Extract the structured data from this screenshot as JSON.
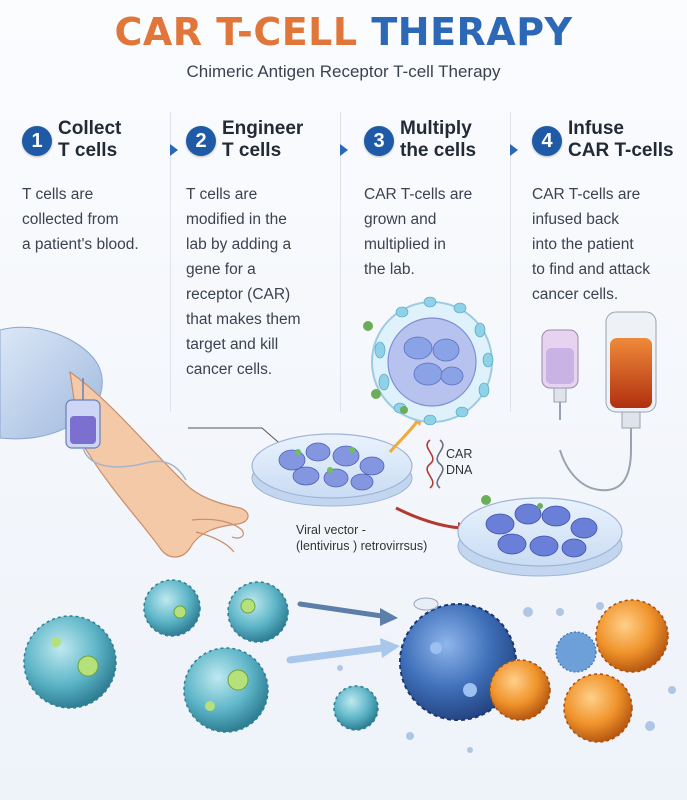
{
  "header": {
    "title_part1": "CAR T-CELL",
    "title_part2": "THERAPY",
    "subtitle": "Chimeric Antigen Receptor T-cell Therapy"
  },
  "steps": [
    {
      "number": "1",
      "title": "Collect\nT cells",
      "text": "T cells are\ncollected from\na patient's blood."
    },
    {
      "number": "2",
      "title": "Engineer\nT cells",
      "text": "T cells are\nmodified in the\nlab by adding a\ngene for a\nreceptor (CAR)\nthat makes them\ntarget and kill\ncancer cells."
    },
    {
      "number": "3",
      "title": "Multiply\nthe cells",
      "text": "CAR T-cells are\ngrown and\nmultiplied in\nthe lab."
    },
    {
      "number": "4",
      "title": "Infuse\nCAR T-cells",
      "text": "CAR T-cells are\ninfused back\ninto the patient\nto find and attack\ncancer cells."
    }
  ],
  "labels": {
    "car_dna": "CAR\nDNA",
    "viral_vector": "Viral vector -\n(lentivirus ) retrovirrsus)"
  },
  "colors": {
    "title_orange": "#e0763a",
    "title_blue": "#2c68b5",
    "step_circle": "#1f5aa6",
    "t_cell": "#5fb6c8",
    "cancer_cell": "#3e6fb8",
    "car_t_cell": "#f0932b",
    "arrow_orange": "#f2a83b",
    "arrow_red": "#b23a2e"
  }
}
